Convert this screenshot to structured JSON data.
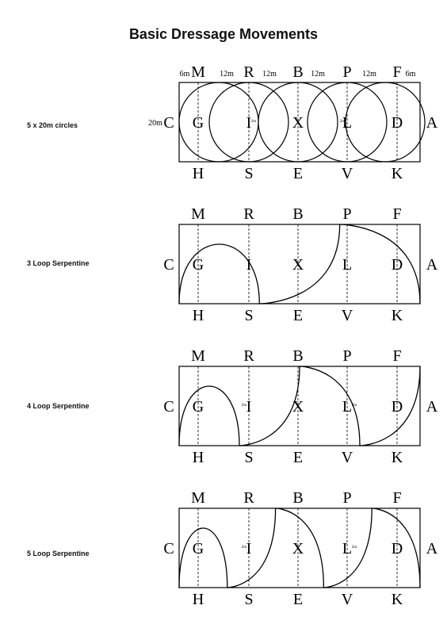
{
  "title": "Basic Dressage Movements",
  "arena_letters": {
    "top": [
      "M",
      "R",
      "B",
      "P",
      "F"
    ],
    "bottom": [
      "H",
      "S",
      "E",
      "V",
      "K"
    ],
    "centre": [
      "G",
      "I",
      "X",
      "L",
      "D"
    ],
    "left_end": "C",
    "right_end": "A"
  },
  "diagrams": [
    {
      "label": "5 x 20m circles",
      "movement": "circles",
      "loops": 5,
      "top_distances": [
        "6m",
        "12m",
        "12m",
        "12m",
        "12m",
        "6m"
      ],
      "side_distance": "20m",
      "small_marks": [
        "2m",
        "2m"
      ]
    },
    {
      "label": "3 Loop Serpentine",
      "movement": "serpentine",
      "loops": 3,
      "small_marks": []
    },
    {
      "label": "4 Loop Serpentine",
      "movement": "serpentine",
      "loops": 4,
      "small_marks": [
        "2m",
        "2m"
      ]
    },
    {
      "label": "5 Loop Serpentine",
      "movement": "serpentine",
      "loops": 5,
      "small_marks": [
        "2m",
        "2m"
      ]
    }
  ]
}
